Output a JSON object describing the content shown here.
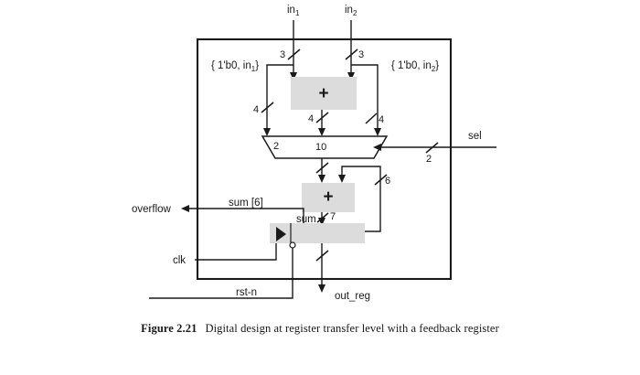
{
  "figure": {
    "number": "Figure 2.21",
    "caption": "Digital design at register transfer level with a feedback register"
  },
  "signals": {
    "in1": "in",
    "in1_sub": "1",
    "in2": "in",
    "in2_sub": "2",
    "sel": "sel",
    "clk": "clk",
    "rst_n": "rst-n",
    "overflow": "overflow",
    "out_reg": "out_reg",
    "sum_bus": "sum",
    "sum_bit": "sum [6]"
  },
  "concat_labels": {
    "left": "{ 1'b0, in",
    "left_sub": "1",
    "left_close": "}",
    "right": "{ 1'b0, in",
    "right_sub": "2",
    "right_close": "}"
  },
  "blocks": {
    "adder_top": "+",
    "adder_bottom": "+",
    "register": ""
  },
  "mux": {
    "port_left": "2",
    "port_center": "10"
  },
  "bus_widths": {
    "in1_width": "3",
    "in2_width": "3",
    "concat_left_width": "4",
    "adder_top_out_width": "4",
    "concat_right_width": "4",
    "sel_width": "2",
    "feedback_width": "6",
    "sum_width": "7"
  },
  "colors": {
    "block_fill": "#dcdcdc",
    "line": "#1a1a1a",
    "background": "#ffffff"
  }
}
